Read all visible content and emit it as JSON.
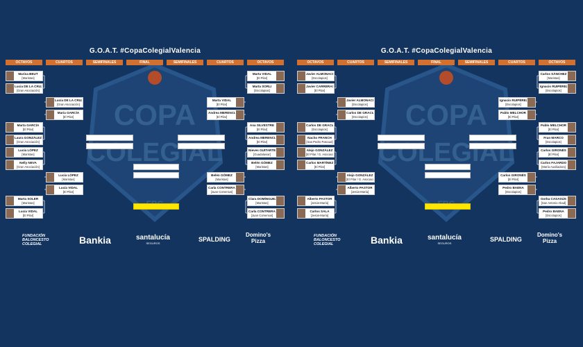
{
  "colors": {
    "background": "#13345f",
    "round_bar": "#d2702f",
    "final_slot": "#ffe600"
  },
  "brackets": [
    {
      "title": "G.O.A.T. #CopaColegialValencia",
      "rounds": [
        "OCTAVOS",
        "CUARTOS",
        "SEMIFINALES",
        "FINAL",
        "SEMIFINALES",
        "CUARTOS",
        "OCTAVOS"
      ],
      "watermark": {
        "line1": "COPA",
        "line2": "COLEGIAL",
        "line3": "FBC"
      },
      "left_octavos": [
        {
          "name": "Marisa BEUT",
          "school": "[Maristas]"
        },
        {
          "name": "Lucia DE LA CRUZ",
          "school": "[Gran Asociación]"
        },
        {
          "name": "Marta GARCÍA",
          "school": "[El Pilar]"
        },
        {
          "name": "Laura GONZÁLEZ",
          "school": "[Gran Asociación]"
        },
        {
          "name": "Lucía LÓPEZ",
          "school": "[Maristas]"
        },
        {
          "name": "Nelly NEVA",
          "school": "[Gran Asociación]"
        },
        {
          "name": "Marta SOLER",
          "school": "[Maristas]"
        },
        {
          "name": "Lucía VIDAL",
          "school": "[El Pilar]"
        }
      ],
      "left_cuartos": [
        {
          "name": "Lucía DE LA CRUZ",
          "school": "[Gran Asociación]"
        },
        {
          "name": "María GARCÍA",
          "school": "[El Pilar]"
        },
        {
          "name": "Lucía LÓPEZ",
          "school": "[Maristas]"
        },
        {
          "name": "Lucía VIDAL",
          "school": "[El Pilar]"
        }
      ],
      "right_octavos": [
        {
          "name": "Marta VIDAL",
          "school": "[El Pilar]"
        },
        {
          "name": "Marta SORLI",
          "school": "[Escolapias]"
        },
        {
          "name": "Ana SILVESTRE",
          "school": "[El Pilar]"
        },
        {
          "name": "Andrea MERENCIANO",
          "school": "[El Pilar]"
        },
        {
          "name": "Nieves GUITARTE",
          "school": "[Guadalaviar]"
        },
        {
          "name": "Belén GÓMEZ",
          "school": "[Maristas]"
        },
        {
          "name": "Clara DOMÍNGUEZ",
          "school": "[Maristas]"
        },
        {
          "name": "Carla CONTRERAS",
          "school": "[Juan Comenius]"
        }
      ],
      "right_cuartos": [
        {
          "name": "Marta VIDAL",
          "school": "[El Pilar]"
        },
        {
          "name": "Andrea MERENCIANO",
          "school": "[El Pilar]"
        },
        {
          "name": "Belén GÓMEZ",
          "school": "[Maristas]"
        },
        {
          "name": "Carla CONTRERAS",
          "school": "[Juan Comenius]"
        }
      ]
    },
    {
      "title": "G.O.A.T. #CopaColegialValencia",
      "rounds": [
        "OCTAVOS",
        "CUARTOS",
        "SEMIFINALES",
        "FINAL",
        "SEMIFINALES",
        "CUARTOS",
        "OCTAVOS"
      ],
      "watermark": {
        "line1": "COPA",
        "line2": "COLEGIAL",
        "line3": "FBC"
      },
      "left_octavos": [
        {
          "name": "Javier ALMONACID",
          "school": "[Escolapios]"
        },
        {
          "name": "Javier CARRERAS",
          "school": "[El Pilar]"
        },
        {
          "name": "Carlos DE GRACIA",
          "school": "[Escolapios]"
        },
        {
          "name": "Nacho FRANCH",
          "school": "[San Pedro Pascual]"
        },
        {
          "name": "Alejo GONZÁLEZ",
          "school": "[El Pilar / G. Asociación]"
        },
        {
          "name": "Carlos MARTÍNEZ",
          "school": "[El Pilar]"
        },
        {
          "name": "Alberto PASTOR",
          "school": "[Jesús-María]"
        },
        {
          "name": "Carlos SALA",
          "school": "[Jesús-María]"
        }
      ],
      "left_cuartos": [
        {
          "name": "Javier ALMONACID",
          "school": "[Escolapios]"
        },
        {
          "name": "Carlos DE GRACIA",
          "school": "[Escolapios]"
        },
        {
          "name": "Alejo GONZÁLEZ",
          "school": "[El Pilar / G. Asociación]"
        },
        {
          "name": "Alberto PASTOR",
          "school": "[Jesús-María]"
        }
      ],
      "right_octavos": [
        {
          "name": "Carlos SÁNCHEZ",
          "school": "[Maristas]"
        },
        {
          "name": "Ignacio RUIPÉREZ",
          "school": "[Escolapios]"
        },
        {
          "name": "Pablo MELCHOR",
          "school": "[El Pilar]"
        },
        {
          "name": "Fran MARCO",
          "school": "[Escolapios]"
        },
        {
          "name": "Carlos GIRONÉS",
          "school": "[El Pilar]"
        },
        {
          "name": "Carlos FAJARDO",
          "school": "[María Auxiliadora]"
        },
        {
          "name": "Gorka CASASÚS",
          "school": "[San Antonio Abad]"
        },
        {
          "name": "Pedro BAENA",
          "school": "[Escolapios]"
        }
      ],
      "right_cuartos": [
        {
          "name": "Ignacio RUIPÉREZ",
          "school": "[Escolapios]"
        },
        {
          "name": "Pablo MELCHOR",
          "school": "[El Pilar]"
        },
        {
          "name": "Carlos GIRONÉS",
          "school": "[El Pilar]"
        },
        {
          "name": "Pedro BAENA",
          "school": "[Escolapios]"
        }
      ]
    }
  ],
  "sponsors": {
    "fundacion": {
      "line1": "FUNDACIÓN",
      "line2": "BALONCESTO",
      "line3": "COLEGIAL"
    },
    "bankia": "Bankia",
    "santalucia": {
      "main": "santalucía",
      "sub": "SEGUROS"
    },
    "spalding": "SPALDING",
    "dominos": {
      "line1": "Domino's",
      "line2": "Pizza"
    }
  }
}
